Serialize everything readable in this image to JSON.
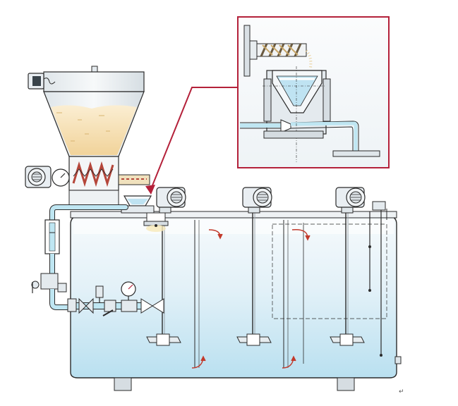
{
  "figure": {
    "footnote_mark": "↵"
  },
  "colors": {
    "outline": "#2b2b2b",
    "tank_fill_top": "#f4f8fb",
    "tank_fill_bottom": "#bfe3f2",
    "pipe": "#bfe6f2",
    "powder": "#f5deb0",
    "hopper": "#e8eef2",
    "motor": "#e9eef2",
    "inset_border": "#b4213a",
    "flow_arrow": "#c23a2c",
    "leader": "#b4213a"
  },
  "components": {
    "hopper": "powder-hopper",
    "inset": "disperser-detail-inset",
    "tank": "mixing-tank",
    "agitators": [
      "agitator-1",
      "agitator-2",
      "agitator-3"
    ],
    "motors": [
      "agitator-motor-1",
      "agitator-motor-2",
      "agitator-motor-3"
    ]
  }
}
